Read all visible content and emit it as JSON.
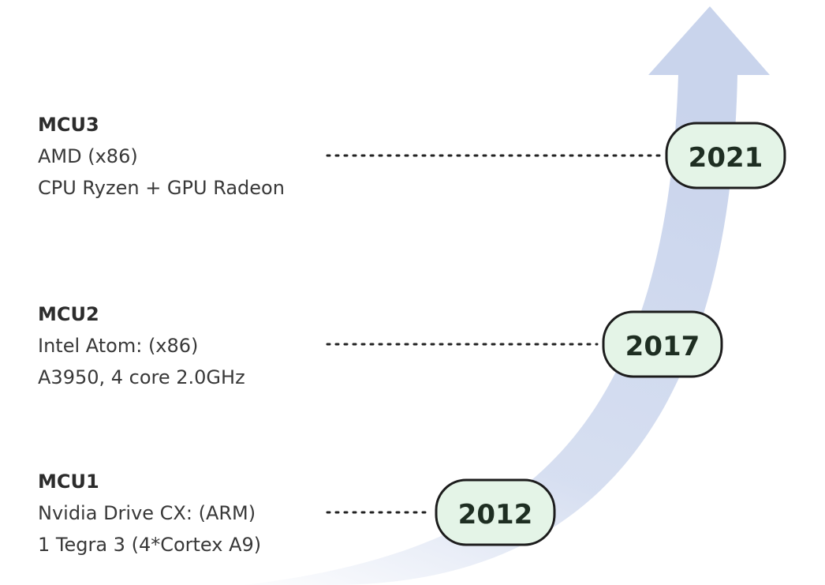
{
  "colors": {
    "arrow": "#c9d4ec",
    "badge_fill": "#e4f4e7",
    "badge_stroke": "#1c1c1c",
    "connector": "#222222"
  },
  "entries": [
    {
      "name": "MCU3",
      "line1": "AMD (x86)",
      "line2": "CPU Ryzen + GPU Radeon",
      "year": "2021"
    },
    {
      "name": "MCU2",
      "line1": "Intel Atom: (x86)",
      "line2": "A3950, 4 core 2.0GHz",
      "year": "2017"
    },
    {
      "name": "MCU1",
      "line1": "Nvidia Drive CX: (ARM)",
      "line2": "1 Tegra 3 (4*Cortex A9)",
      "year": "2012"
    }
  ]
}
